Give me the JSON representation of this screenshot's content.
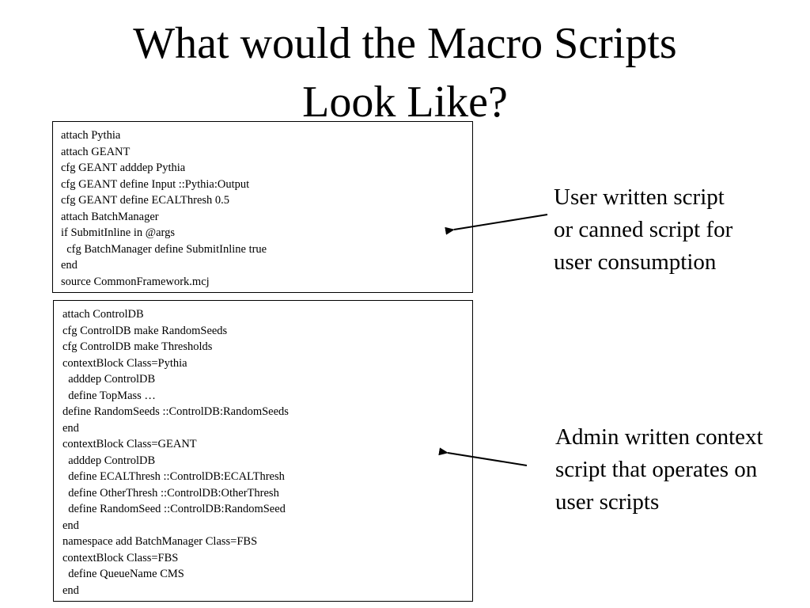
{
  "title": {
    "line1": "What would the Macro Scripts",
    "line2": "Look Like?"
  },
  "user_script": {
    "lines": [
      "attach Pythia",
      "attach GEANT",
      "cfg GEANT adddep Pythia",
      "cfg GEANT define Input ::Pythia:Output",
      "cfg GEANT define ECALThresh 0.5",
      "attach BatchManager",
      "if SubmitInline in @args",
      "  cfg BatchManager define SubmitInline true",
      "end",
      "source CommonFramework.mcj"
    ]
  },
  "admin_script": {
    "lines": [
      "attach ControlDB",
      "cfg ControlDB make RandomSeeds",
      "cfg ControlDB make Thresholds",
      "contextBlock Class=Pythia",
      "  adddep ControlDB",
      "  define TopMass …",
      "define RandomSeeds ::ControlDB:RandomSeeds",
      "end",
      "contextBlock Class=GEANT",
      "  adddep ControlDB",
      "  define ECALThresh ::ControlDB:ECALThresh",
      "  define OtherThresh ::ControlDB:OtherThresh",
      "  define RandomSeed ::ControlDB:RandomSeed",
      "end",
      "namespace add BatchManager Class=FBS",
      "contextBlock Class=FBS",
      "  define QueueName CMS",
      "end"
    ]
  },
  "user_note": {
    "lines": [
      "User written script",
      "or canned script for",
      "user consumption"
    ]
  },
  "admin_note": {
    "lines": [
      "Admin written context",
      "script that operates on",
      "user scripts"
    ]
  }
}
